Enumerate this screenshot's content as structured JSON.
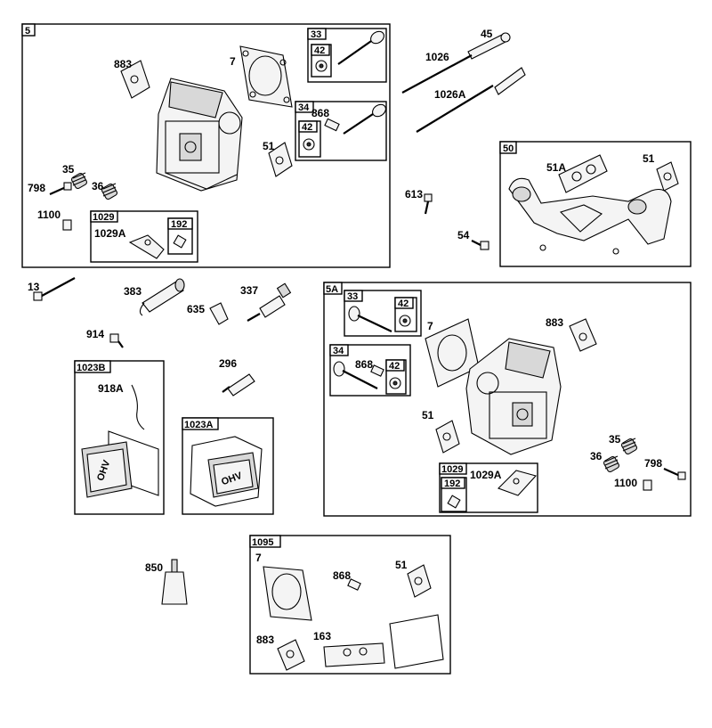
{
  "frames": {
    "f5": "5",
    "f5a": "5A",
    "f50": "50",
    "f1023b": "1023B",
    "f1023a": "1023A",
    "f1095": "1095"
  },
  "sub_frames": {
    "f5_33": "33",
    "f5_42a": "42",
    "f5_34": "34",
    "f5_42b": "42",
    "f5_1029": "1029",
    "f5_192": "192",
    "f5a_33": "33",
    "f5a_42a": "42",
    "f5a_34": "34",
    "f5a_42b": "42",
    "f5a_1029": "1029",
    "f5a_192": "192"
  },
  "labels": {
    "p883_a": "883",
    "p7_a": "7",
    "p868_a": "868",
    "p51_a": "51",
    "p798_a": "798",
    "p35_a": "35",
    "p36_a": "36",
    "p1100_a": "1100",
    "p1029a_a": "1029A",
    "p45": "45",
    "p1026": "1026",
    "p1026a": "1026A",
    "p51a": "51A",
    "p51_b": "51",
    "p613": "613",
    "p54": "54",
    "p13": "13",
    "p383": "383",
    "p337": "337",
    "p635": "635",
    "p914": "914",
    "p296": "296",
    "p918a": "918A",
    "p7_b": "7",
    "p868_b": "868",
    "p883_b": "883",
    "p51_c": "51",
    "p1029a_b": "1029A",
    "p35_b": "35",
    "p36_b": "36",
    "p798_b": "798",
    "p1100_b": "1100",
    "p850": "850",
    "p7_c": "7",
    "p868_c": "868",
    "p51_d": "51",
    "p883_c": "883",
    "p163": "163"
  },
  "cover_text": "OHV",
  "colors": {
    "line": "#000000",
    "fill": "#f4f4f4",
    "shade": "#d8d8d8",
    "background": "#ffffff"
  }
}
